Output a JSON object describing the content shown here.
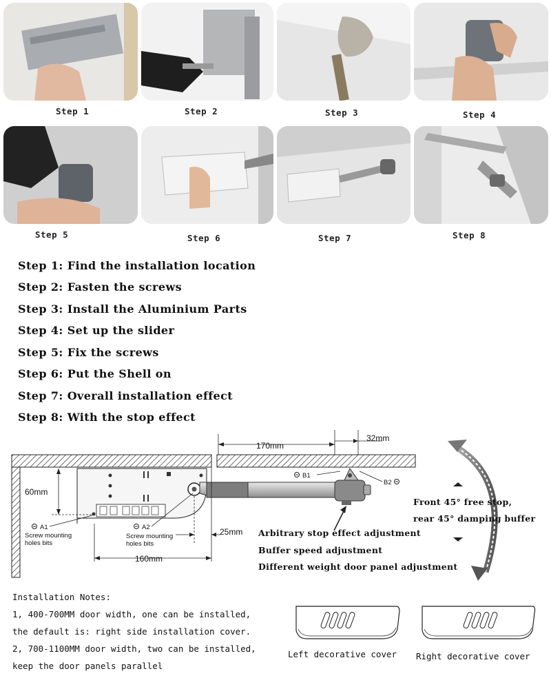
{
  "photos": [
    {
      "caption": "Step 1"
    },
    {
      "caption": "Step 2"
    },
    {
      "caption": "Step 3"
    },
    {
      "caption": "Step 4"
    },
    {
      "caption": "Step 5"
    },
    {
      "caption": "Step 6"
    },
    {
      "caption": "Step 7"
    },
    {
      "caption": "Step 8"
    }
  ],
  "steps": [
    "Step 1: Find the installation location",
    "Step 2: Fasten the screws",
    "Step 3: Install the Aluminium Parts",
    "Step 4: Set up the slider",
    "Step 5: Fix the screws",
    "Step 6: Put the Shell on",
    "Step 7: Overall installation effect",
    "Step 8: With the stop effect"
  ],
  "diagram": {
    "dim_170": "170mm",
    "dim_32": "32mm",
    "dim_60": "60mm",
    "dim_25": "25mm",
    "dim_160": "160mm",
    "b1": "B1",
    "b2": "B2",
    "a1": "A1",
    "a2": "A2",
    "screw_holes_1": "Screw mounting",
    "screw_holes_2": "holes bits",
    "stop_line1": "Front 45° free stop,",
    "stop_line2": "rear 45° damping buffer"
  },
  "adjustments": [
    "Arbitrary stop effect adjustment",
    "Buffer speed adjustment",
    "Different weight door panel adjustment"
  ],
  "notes": [
    "Installation Notes:",
    "1, 400-700MM door width, one can be installed,",
    "the default is: right side installation cover.",
    "2, 700-1100MM door width, two can be installed,",
    "keep the door panels parallel"
  ],
  "covers": {
    "left": "Left decorative cover",
    "right": "Right decorative cover"
  }
}
